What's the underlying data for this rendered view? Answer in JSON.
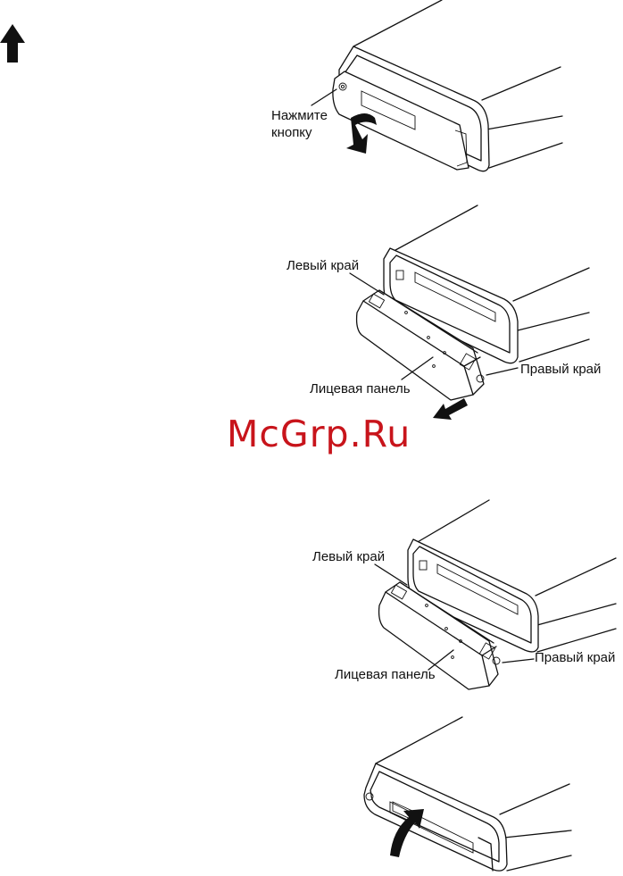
{
  "labels": {
    "step1_button": "Нажмите\nкнопку",
    "step2_left": "Левый край",
    "step2_right": "Правый край",
    "step2_panel": "Лицевая панель",
    "step3_left": "Левый край",
    "step3_right": "Правый край",
    "step3_panel": "Лицевая панель"
  },
  "watermark": "McGrp.Ru",
  "icons": {
    "top_left": "up-arrow-icon",
    "fold_down": "curved-arrow-down-icon",
    "pull_out": "arrow-down-left-icon",
    "fold_up": "curved-arrow-up-icon"
  },
  "colors": {
    "watermark": "#c8141b",
    "ink": "#111111"
  }
}
